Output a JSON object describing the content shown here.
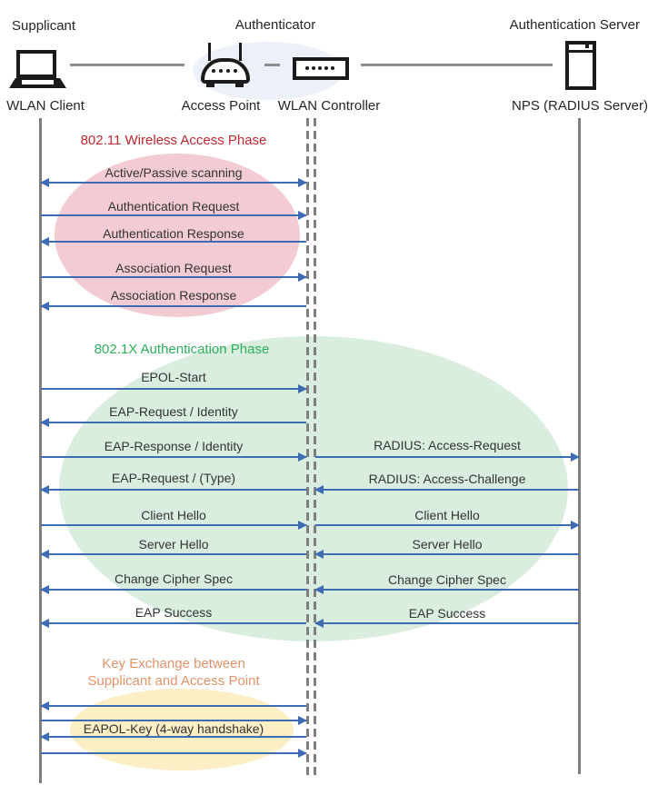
{
  "colors": {
    "arrow": "#3d6cb4",
    "lifeline": "#7f7f7f",
    "text": "#333333",
    "icon": "#1b1b1b",
    "node_halo_fill": "#ecf0f8",
    "phase1_title": "#c0282f",
    "phase1_fill": "#f2ccd2",
    "phase2_title": "#2eb05c",
    "phase2_fill": "#d9eedf",
    "phase3_title": "#e2936a",
    "phase3_fill": "#fceec5"
  },
  "header": {
    "roles": {
      "supplicant": "Supplicant",
      "authenticator": "Authenticator",
      "auth_server": "Authentication Server"
    },
    "nodes": {
      "wlan_client": {
        "label": "WLAN Client",
        "icon": "laptop-icon"
      },
      "access_point": {
        "label": "Access Point",
        "icon": "access-point-icon"
      },
      "wlan_controller": {
        "label": "WLAN Controller",
        "icon": "wlan-controller-icon"
      },
      "nps": {
        "label": "NPS (RADIUS Server)",
        "icon": "server-icon"
      }
    }
  },
  "phases": {
    "wireless_access": {
      "title": "802.11 Wireless Access Phase",
      "messages": [
        {
          "label": "Active/Passive scanning",
          "direction": "both"
        },
        {
          "label": "Authentication Request",
          "direction": "right"
        },
        {
          "label": "Authentication Response",
          "direction": "left"
        },
        {
          "label": "Association Request",
          "direction": "right"
        },
        {
          "label": "Association Response",
          "direction": "left"
        }
      ]
    },
    "dot1x_auth": {
      "title": "802.1X Authentication Phase",
      "left_messages": [
        {
          "label": "EPOL-Start",
          "direction": "right"
        },
        {
          "label": "EAP-Request / Identity",
          "direction": "left"
        },
        {
          "label": "EAP-Response / Identity",
          "direction": "right"
        },
        {
          "label": "EAP-Request / (Type)",
          "direction": "left"
        },
        {
          "label": "Client Hello",
          "direction": "right"
        },
        {
          "label": "Server Hello",
          "direction": "left"
        },
        {
          "label": "Change Cipher Spec",
          "direction": "left"
        },
        {
          "label": "EAP Success",
          "direction": "left"
        }
      ],
      "right_messages": [
        {
          "label": "RADIUS: Access-Request",
          "direction": "right"
        },
        {
          "label": "RADIUS: Access-Challenge",
          "direction": "left"
        },
        {
          "label": "Client Hello",
          "direction": "right"
        },
        {
          "label": "Server Hello",
          "direction": "left"
        },
        {
          "label": "Change Cipher Spec",
          "direction": "left"
        },
        {
          "label": "EAP Success",
          "direction": "left"
        }
      ]
    },
    "key_exchange": {
      "title_line1": "Key Exchange between",
      "title_line2": "Supplicant and Access Point",
      "messages": [
        {
          "direction": "left"
        },
        {
          "direction": "right"
        },
        {
          "label": "EAPOL-Key (4-way handshake)",
          "direction": "left"
        },
        {
          "direction": "right"
        }
      ]
    }
  }
}
